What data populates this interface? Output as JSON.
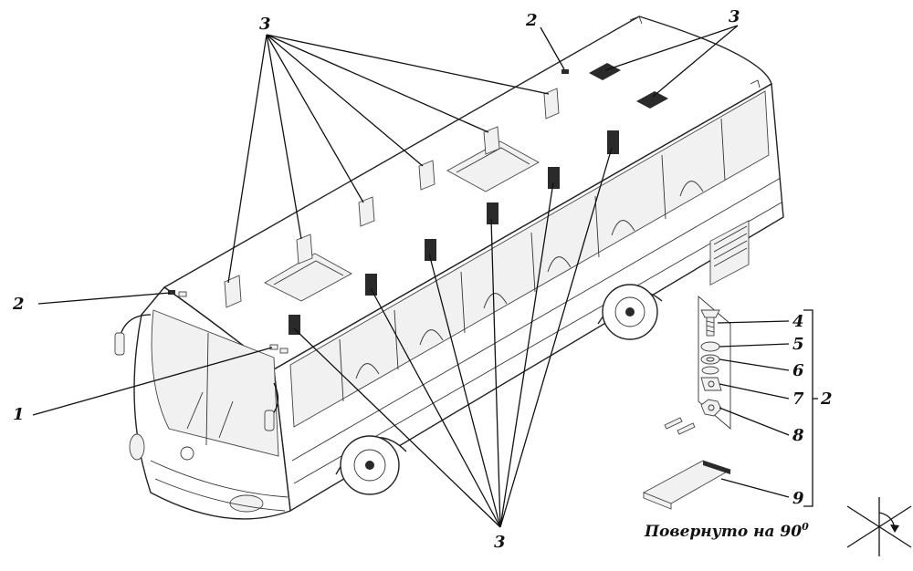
{
  "callouts": [
    {
      "id": "c3a",
      "label": "3"
    },
    {
      "id": "c2a",
      "label": "2"
    },
    {
      "id": "c3b",
      "label": "3"
    },
    {
      "id": "c2b",
      "label": "2"
    },
    {
      "id": "c1",
      "label": "1"
    },
    {
      "id": "c3c",
      "label": "3"
    },
    {
      "id": "c4",
      "label": "4"
    },
    {
      "id": "c5",
      "label": "5"
    },
    {
      "id": "c6",
      "label": "6"
    },
    {
      "id": "c7",
      "label": "7"
    },
    {
      "id": "c8",
      "label": "8"
    },
    {
      "id": "c9",
      "label": "9"
    },
    {
      "id": "c2c",
      "label": "2"
    }
  ],
  "caption": "Повернуто на 90",
  "caption_sup": "0",
  "icons": {
    "rotation": "rotation-arrow-icon",
    "bus": "bus-illustration",
    "hardware": "fastener-set-illustration"
  }
}
